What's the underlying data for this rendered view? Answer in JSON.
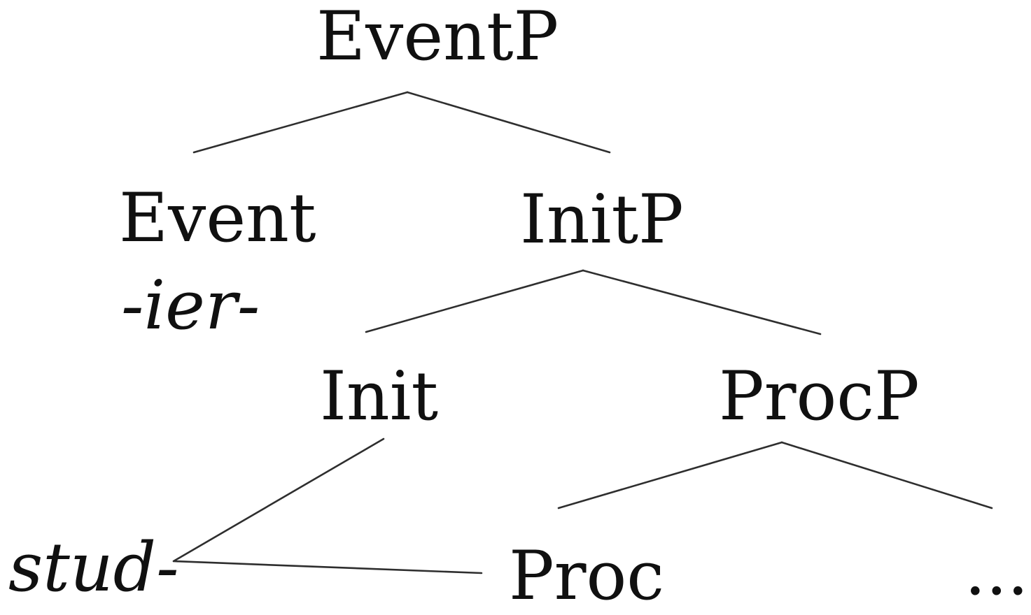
{
  "diagram": {
    "type": "syntax-tree",
    "background_color": "#ffffff",
    "text_color": "#101010",
    "line_color": "#2e2e2e",
    "nodes": {
      "eventp": "EventP",
      "event": "Event",
      "event_spellout": "-ier-",
      "initp": "InitP",
      "init": "Init",
      "procp": "ProcP",
      "proc": "Proc",
      "root_spellout": "stud-",
      "complement_ellipsis": "..."
    },
    "edges": [
      {
        "from": "EventP",
        "to": "Event"
      },
      {
        "from": "EventP",
        "to": "InitP"
      },
      {
        "from": "InitP",
        "to": "Init"
      },
      {
        "from": "InitP",
        "to": "ProcP"
      },
      {
        "from": "Init",
        "to": "stud-"
      },
      {
        "from": "stud-",
        "to": "Proc"
      },
      {
        "from": "ProcP",
        "to": "Proc"
      },
      {
        "from": "ProcP",
        "to": "..."
      }
    ]
  }
}
